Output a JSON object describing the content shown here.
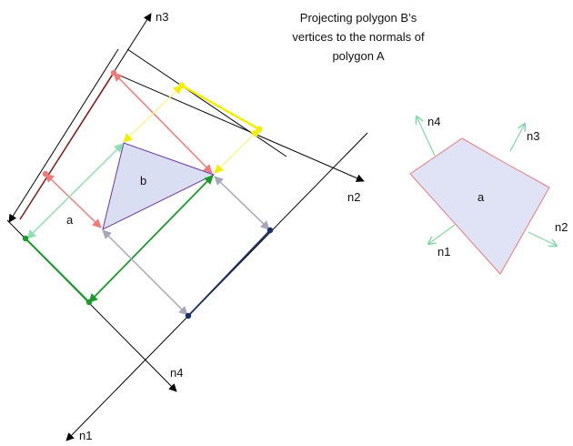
{
  "title_lines": [
    "Projecting polygon B’s",
    "vertices to the normals of",
    "polygon A"
  ],
  "labels": {
    "n1_axis": "n1",
    "n2_axis": "n2",
    "n3_axis": "n3",
    "n4_axis": "n4",
    "poly_b": "b",
    "proj_a": "a",
    "poly_a": "a",
    "n1_small": "n1",
    "n2_small": "n2",
    "n3_small": "n3",
    "n4_small": "n4"
  },
  "colors": {
    "axis": "#000000",
    "polygon_b_fill": "#d9def2",
    "polygon_b_stroke": "#6a3aa0",
    "polygon_a_fill": "#dfe3f5",
    "polygon_a_stroke": "#e87a7a",
    "normal_arrows": "#7fd6a6",
    "proj_red": "#f07a7a",
    "proj_darkred": "#8b1a1a",
    "proj_yellow": "#f2f000",
    "proj_lightyellow": "#f6f690",
    "proj_green": "#1a9a2a",
    "proj_lightgreen": "#8fe0b0",
    "proj_gray": "#a6a6b8",
    "proj_navy": "#1a2f66"
  }
}
